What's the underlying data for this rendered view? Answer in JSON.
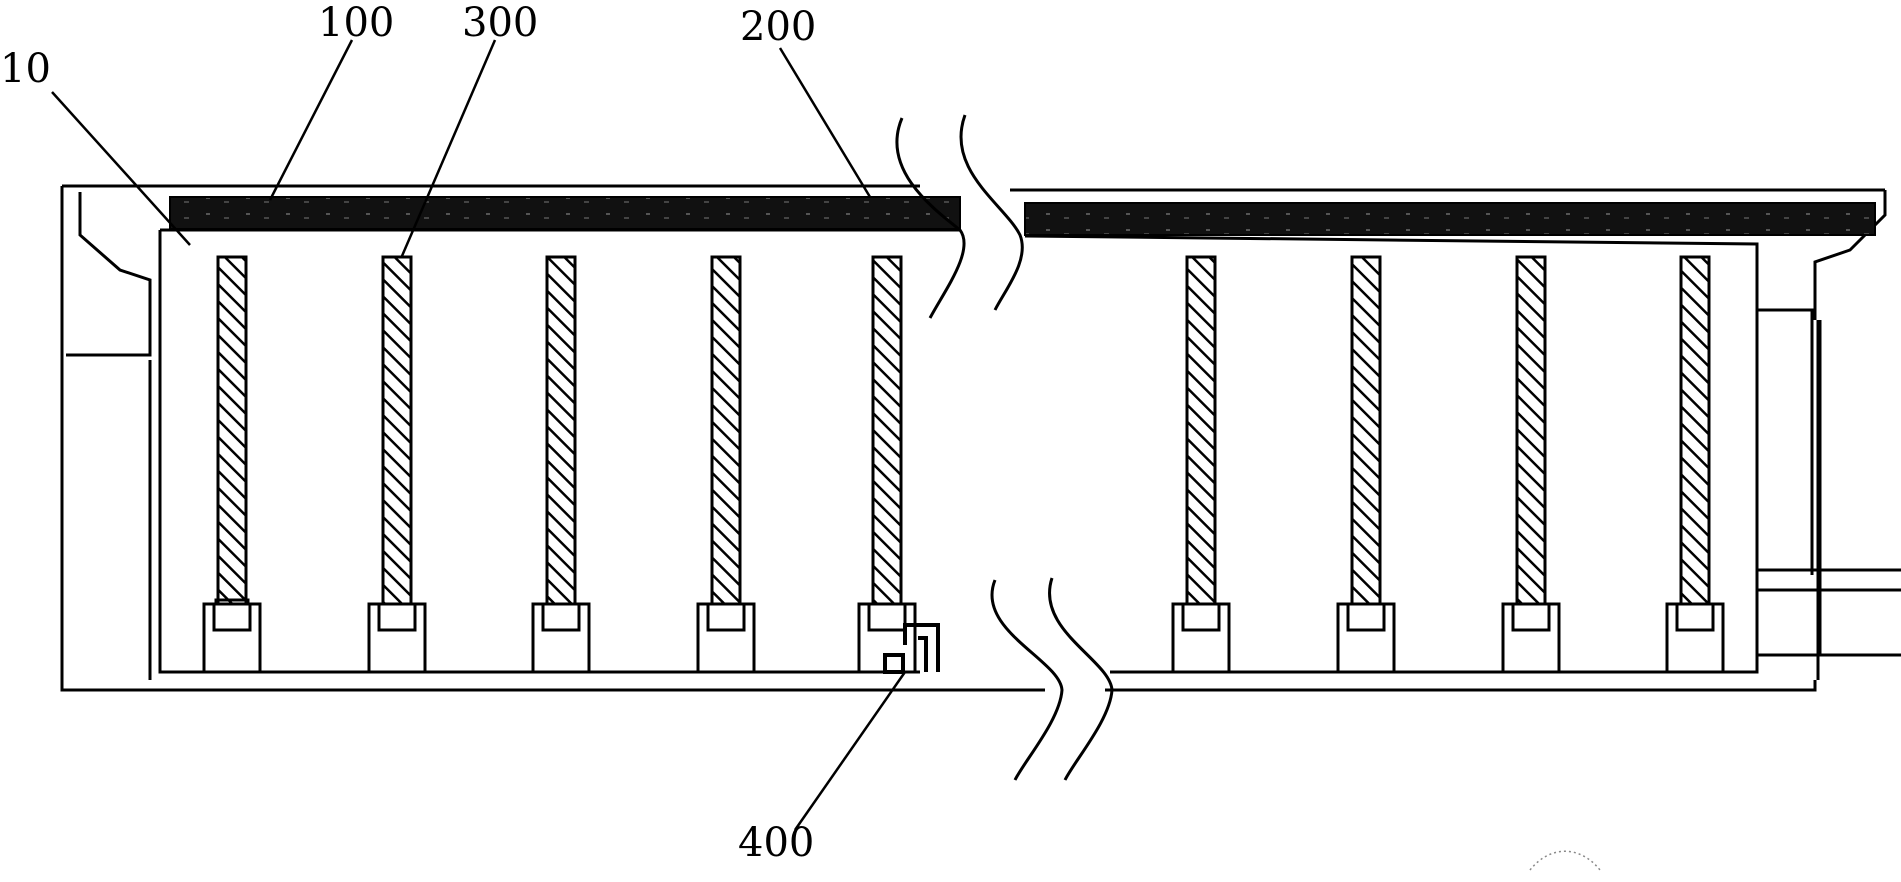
{
  "labels": {
    "housing": "10",
    "cover_plate": "100",
    "heater_tube": "300",
    "spacing_rod": "200",
    "sensor": "400"
  },
  "colors": {
    "stroke": "#000000",
    "background": "#ffffff",
    "hatch": "#000000"
  }
}
